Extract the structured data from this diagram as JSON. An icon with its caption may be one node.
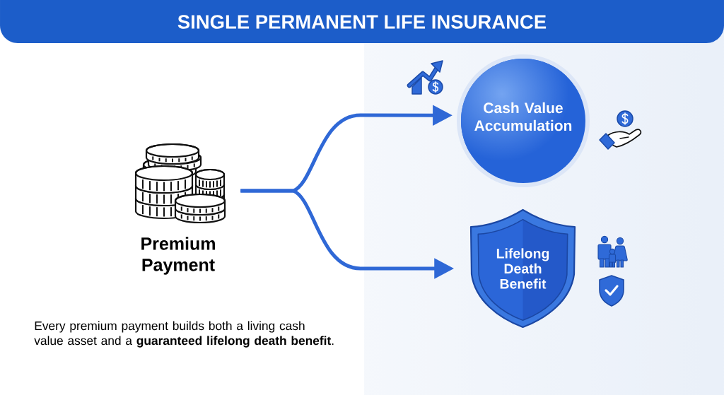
{
  "diagram": {
    "title": "SINGLE PERMANENT LIFE INSURANCE",
    "nodes": [
      {
        "text": [],
        "shape": "picture",
        "beside": [
          "Premium Payment"
        ]
      },
      {
        "text": [
          "Cash Value Accumulation"
        ]
      },
      {
        "text": [
          "Lifelong Death Benefit"
        ]
      }
    ],
    "edges": [
      {
        "from": 0,
        "to": 1,
        "arrow": "to"
      },
      {
        "from": 0,
        "to": 2,
        "arrow": "to"
      }
    ],
    "labels": [
      "Every premium payment builds both a living cash value asset and a **guaranteed lifelong death benefit**."
    ]
  }
}
